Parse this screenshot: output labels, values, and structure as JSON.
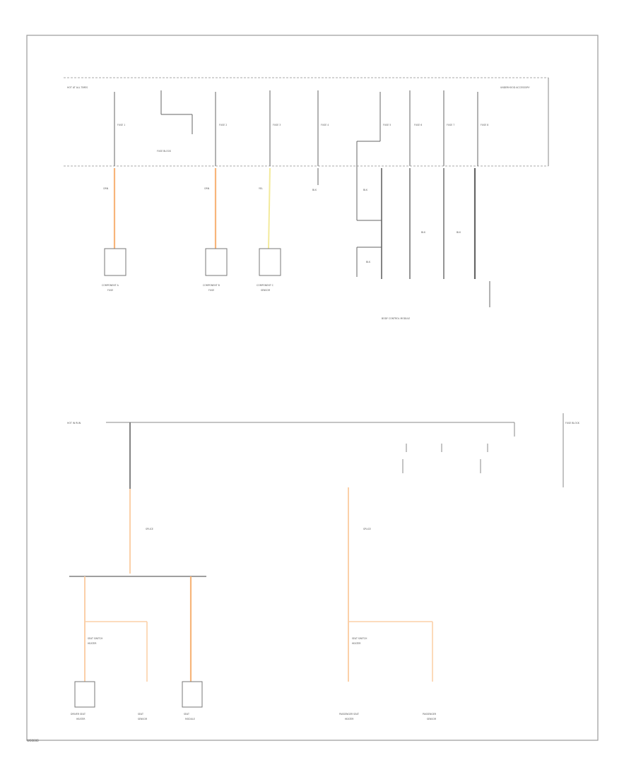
{
  "colors": {
    "frame": "#9a9a9a",
    "wire_black": "#555555",
    "wire_orange": "#f7b57a",
    "wire_orange_light": "#fbd0a8",
    "wire_yellow": "#f3ea9c",
    "text": "#555555"
  },
  "top_section": {
    "fuse_block_label": "FUSE BLOCK",
    "hot_at_all_times_label": "HOT AT ALL TIMES",
    "underhood_label": "UNDERHOOD ACCESSORY",
    "fuse_labels": [
      "FUSE 1",
      "FUSE 2",
      "FUSE 3",
      "FUSE 4",
      "FUSE 5",
      "FUSE 6",
      "FUSE 7",
      "FUSE 8"
    ],
    "wire_labels": [
      "ORN",
      "ORN",
      "YEL",
      "BLK",
      "BLK",
      "BLK",
      "BLK",
      "BLK"
    ],
    "components": [
      {
        "name": "COMPONENT A",
        "sub": "FUSE"
      },
      {
        "name": "COMPONENT B",
        "sub": "FUSE"
      },
      {
        "name": "COMPONENT C",
        "sub": "SENSOR"
      }
    ],
    "module_label": "BODY CONTROL MODULE"
  },
  "bottom_section": {
    "hot_label": "HOT IN RUN",
    "fuse_block_label": "FUSE BLOCK",
    "splice_labels": [
      "SPLICE",
      "SPLICE"
    ],
    "left_switch": {
      "title": "SEAT SWITCH",
      "sub": "HEATER"
    },
    "right_switch": {
      "title": "SEAT SWITCH",
      "sub": "HEATER"
    },
    "bottom_components": [
      {
        "name": "DRIVER SEAT",
        "sub": "HEATER"
      },
      {
        "name": "SEAT",
        "sub": "SENSOR"
      },
      {
        "name": "SEAT",
        "sub": "MODULE"
      },
      {
        "name": "PASSENGER SEAT",
        "sub": "HEATER"
      },
      {
        "name": "PASSENGER",
        "sub": "SENSOR"
      }
    ]
  },
  "footer_id": "W00000"
}
